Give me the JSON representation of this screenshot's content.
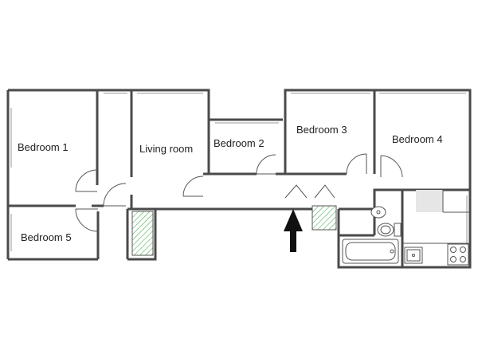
{
  "rooms": {
    "bedroom1": "Bedroom 1",
    "living_room": "Living room",
    "bedroom2": "Bedroom 2",
    "bedroom3": "Bedroom 3",
    "bedroom4": "Bedroom 4",
    "bedroom5": "Bedroom 5"
  },
  "icons": {
    "entrance": "entrance-arrow-icon",
    "bathtub": "bathtub-icon",
    "toilet": "toilet-icon",
    "sink": "sink-icon",
    "kitchen_sink": "kitchen-sink-icon",
    "stove": "stove-icon"
  },
  "colors": {
    "wall": "#4a4a4a",
    "closet_hatch": "#4caf50",
    "counter": "#e6e6e6"
  }
}
